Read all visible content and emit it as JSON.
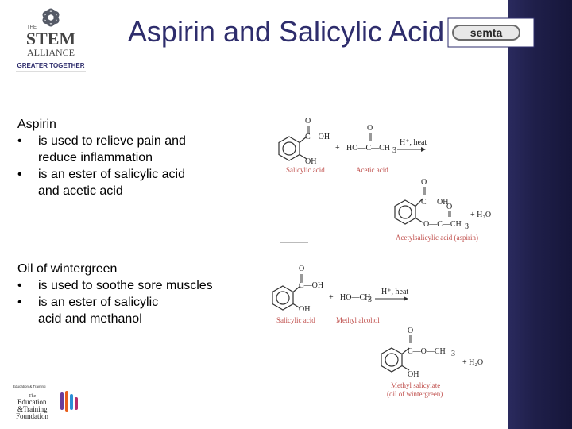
{
  "title": "Aspirin and Salicylic Acid",
  "logos": {
    "stem_the": "THE",
    "stem_name": "STEM",
    "stem_alliance": "ALLIANCE",
    "stem_tagline": "GREATER TOGETHER",
    "semta": "semta",
    "etf_top": "Education & Training",
    "etf_the": "The",
    "etf_line1": "Education",
    "etf_line2": "&Training",
    "etf_line3": "Foundation"
  },
  "aspirin": {
    "heading": "Aspirin",
    "bullets": [
      [
        "is used to relieve pain and",
        "reduce inflammation"
      ],
      [
        "is an ester of salicylic acid",
        "and acetic acid"
      ]
    ]
  },
  "wintergreen": {
    "heading": "Oil of wintergreen",
    "bullets": [
      [
        "is used to soothe sore muscles"
      ],
      [
        "is an ester of salicylic",
        "acid and methanol"
      ]
    ]
  },
  "reaction1": {
    "carbonyl_o": "O",
    "cooh": "C—OH",
    "oh": "OH",
    "plus": "+",
    "acetic": "HO—C—CH",
    "acetic_sub": "3",
    "acetic_o": "O",
    "conditions": "H⁺, heat",
    "cap_salicylic": "Salicylic acid",
    "cap_acetic": "Acetic acid",
    "prod_o1": "O",
    "prod_c_oh": "C",
    "prod_oh": "OH",
    "prod_ester": "O—C—CH",
    "prod_ester_sub": "3",
    "prod_o2": "O",
    "water": "+ H₂O",
    "cap_product": "Acetylsalicylic acid (aspirin)"
  },
  "reaction2": {
    "carbonyl_o": "O",
    "cooh": "C—OH",
    "oh": "OH",
    "plus": "+",
    "methanol": "HO—CH",
    "methanol_sub": "3",
    "conditions": "H⁺, heat",
    "cap_salicylic": "Salicylic acid",
    "cap_methyl": "Methyl alcohol",
    "prod_o": "O",
    "prod_ester": "C—O—CH",
    "prod_ester_sub": "3",
    "prod_oh": "OH",
    "water": "+ H₂O",
    "cap_product1": "Methyl salicylate",
    "cap_product2": "(oil of wintergreen)"
  }
}
